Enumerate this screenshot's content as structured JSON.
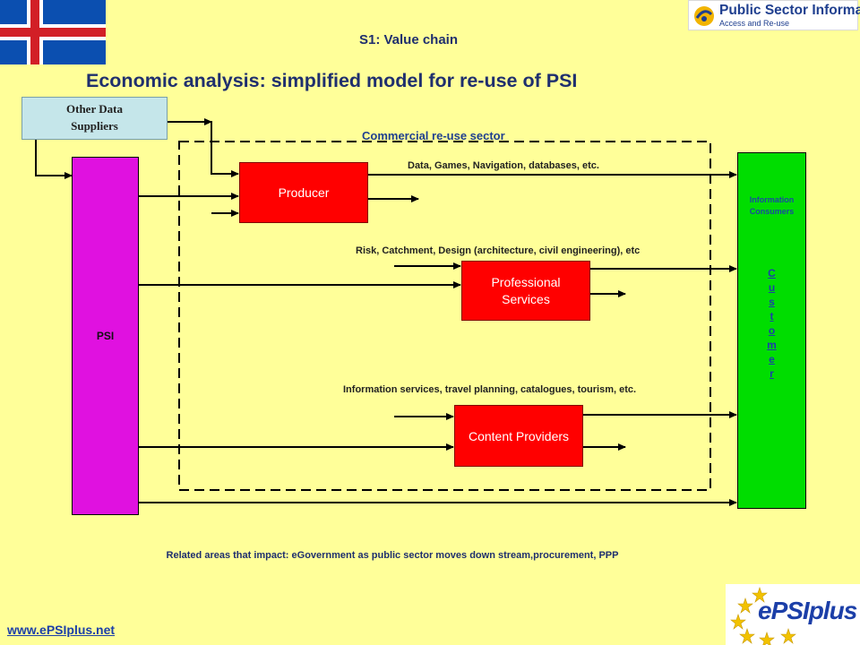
{
  "header": {
    "subtitle": "S1: Value chain",
    "title": "Economic analysis: simplified  model for re-use of PSI"
  },
  "logos": {
    "psi_logo_title": "Public Sector Information",
    "psi_logo_tagline": "Access and Re-use",
    "epsi_logo": {
      "prefix": "ePSI",
      "suffix": "plus"
    }
  },
  "diagram": {
    "other_suppliers": [
      "Other Data",
      "Suppliers"
    ],
    "psi": "PSI",
    "sector_label": "Commercial re-use sector",
    "producer": "Producer",
    "professional_services": [
      "Professional",
      "Services"
    ],
    "content_providers": "Content Providers",
    "consumers": [
      "Information",
      "Consumers"
    ],
    "customer_letters": [
      "C",
      "u",
      "s",
      "t",
      "o",
      "m",
      "e",
      "r"
    ],
    "flow_labels": {
      "data": "Data,  Games,  Navigation,  databases,  etc.",
      "risk": "Risk,  Catchment,  Design  (architecture,  civil  engineering),  etc",
      "info": "Information  services,  travel  planning,  catalogues,  tourism,  etc."
    }
  },
  "footer": {
    "related": "Related  areas  that  impact:  eGovernment  as  public sector  moves  down stream,procurement,  PPP",
    "url": "www.ePSIplus.net"
  },
  "colors": {
    "background": "#ffff99",
    "psi": "#e011e0",
    "boxes": "#ff0000",
    "consumers": "#00dd00",
    "suppliers": "#c5e6ea",
    "title": "#1f2f6e"
  }
}
